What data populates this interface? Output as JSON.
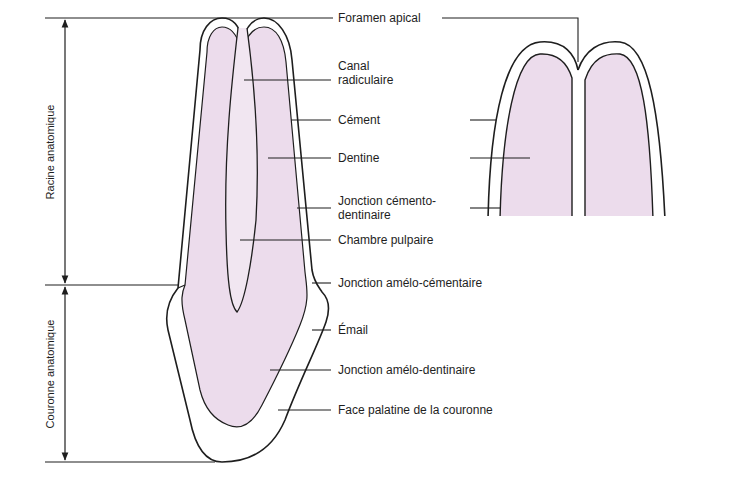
{
  "diagram": {
    "labels": [
      "Foramen apical",
      "Canal radiculaire",
      "Cément",
      "Dentine",
      "Jonction cémento-dentinaire",
      "Chambre pulpaire",
      "Jonction amélo-cémentaire",
      "Émail",
      "Jonction amélo-dentinaire",
      "Face palatine de la couronne",
      "Racine anatomique",
      "Couronne anatomique"
    ]
  }
}
